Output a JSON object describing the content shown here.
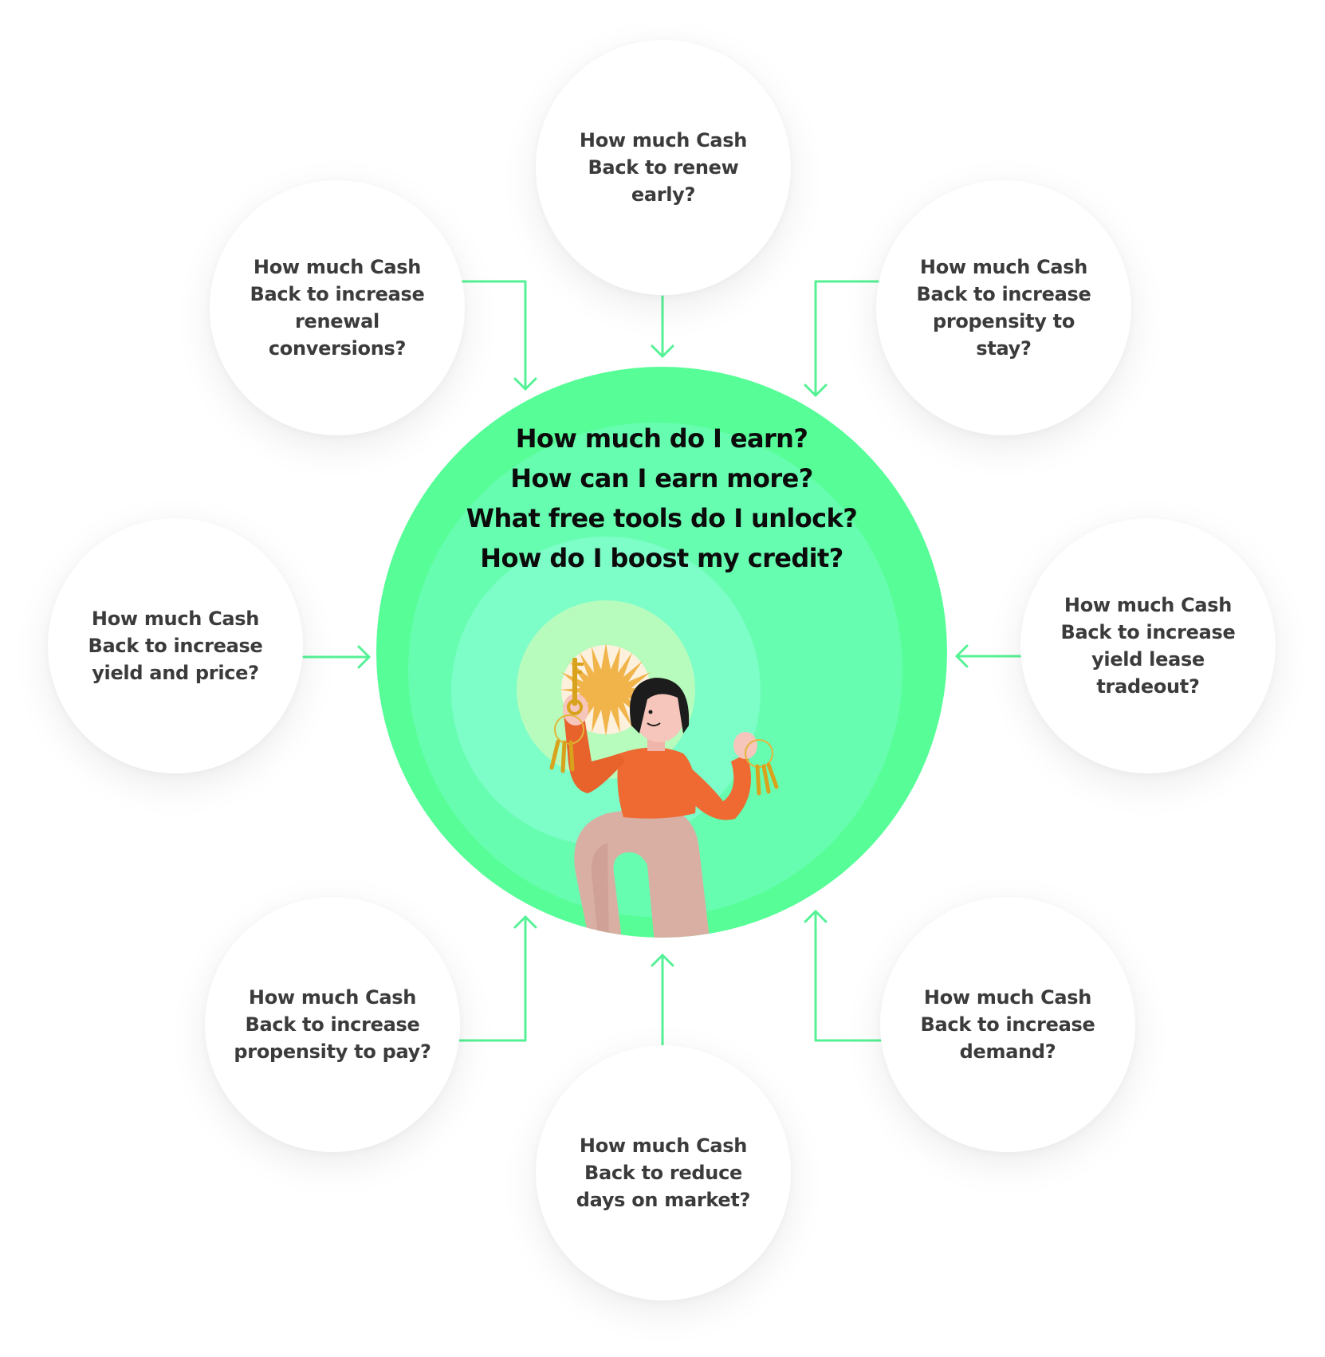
{
  "hub": {
    "questions": [
      "How much do I earn?",
      "How can I earn more?",
      "What free tools do I unlock?",
      "How do I boost my credit?"
    ],
    "illustration": "woman-holding-keys"
  },
  "satellites": [
    {
      "position": "top",
      "text": "How much Cash\nBack to renew\nearly?"
    },
    {
      "position": "top-right",
      "text": "How much Cash\nBack to increase\npropensity to\nstay?"
    },
    {
      "position": "right",
      "text": "How much Cash\nBack to increase\nyield lease\ntradeout?"
    },
    {
      "position": "bottom-right",
      "text": "How much Cash\nBack to increase\ndemand?"
    },
    {
      "position": "bottom",
      "text": "How much Cash\nBack to reduce\ndays on market?"
    },
    {
      "position": "bottom-left",
      "text": "How much Cash\nBack to increase\npropensity to pay?"
    },
    {
      "position": "left",
      "text": "How much Cash\nBack to increase\nyield and price?"
    },
    {
      "position": "top-left",
      "text": "How much Cash\nBack to increase\nrenewal\nconversions?"
    }
  ],
  "colors": {
    "hub_outer": "#57fd97",
    "hub_ring_2": "#67fdb0",
    "hub_ring_3": "#7dfdc8",
    "hub_inner": "#b7fcbd",
    "arrow": "#55f295",
    "satellite_text": "#3b3b3b",
    "hub_text": "#0b0b0b",
    "sun": "#f0b44a",
    "sun_bg": "#fdf0dd",
    "sweater": "#ee6a32",
    "pants": "#d9aea3",
    "hair": "#1c1c1c",
    "skin": "#f6c5bb"
  }
}
